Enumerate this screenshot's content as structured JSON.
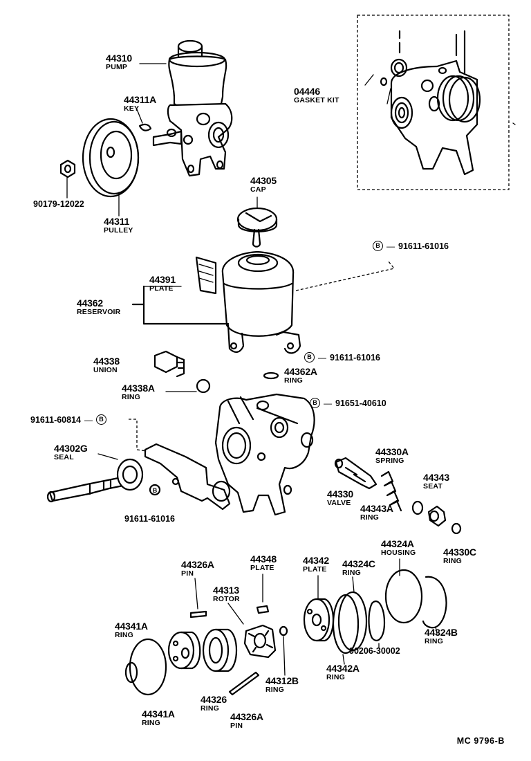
{
  "diagram_code": "MC 9796-B",
  "bolt_badge": "B",
  "parts": {
    "pump": {
      "number": "44310",
      "name": "PUMP"
    },
    "key": {
      "number": "44311A",
      "name": "KEY"
    },
    "pulley": {
      "number": "44311",
      "name": "PULLEY"
    },
    "nut": {
      "number": "90179-12022"
    },
    "gasket_kit": {
      "number": "04446",
      "name": "GASKET KIT"
    },
    "cap": {
      "number": "44305",
      "name": "CAP"
    },
    "plate_44391": {
      "number": "44391",
      "name": "PLATE"
    },
    "reservoir": {
      "number": "44362",
      "name": "RESERVOIR"
    },
    "bolt_a": {
      "number": "91611-61016"
    },
    "bolt_b": {
      "number": "91611-61016"
    },
    "bolt_c": {
      "number": "91651-40610"
    },
    "bolt_d": {
      "number": "91611-60814"
    },
    "bolt_e": {
      "number": "91611-61016"
    },
    "union": {
      "number": "44338",
      "name": "UNION"
    },
    "ring_44338a": {
      "number": "44338A",
      "name": "RING"
    },
    "ring_44362a": {
      "number": "44362A",
      "name": "RING"
    },
    "seal": {
      "number": "44302G",
      "name": "SEAL"
    },
    "spring": {
      "number": "44330A",
      "name": "SPRING"
    },
    "valve": {
      "number": "44330",
      "name": "VALVE"
    },
    "seat": {
      "number": "44343",
      "name": "SEAT"
    },
    "ring_44343a": {
      "number": "44343A",
      "name": "RING"
    },
    "ring_44330c": {
      "number": "44330C",
      "name": "RING"
    },
    "housing": {
      "number": "44324A",
      "name": "HOUSING"
    },
    "ring_44324c": {
      "number": "44324C",
      "name": "RING"
    },
    "plate_44342": {
      "number": "44342",
      "name": "PLATE"
    },
    "pin_top": {
      "number": "44326A",
      "name": "PIN"
    },
    "plate_44348": {
      "number": "44348",
      "name": "PLATE"
    },
    "rotor": {
      "number": "44313",
      "name": "ROTOR"
    },
    "ring_44341a_top": {
      "number": "44341A",
      "name": "RING"
    },
    "ring_44341a_bottom": {
      "number": "44341A",
      "name": "RING"
    },
    "ring_44326": {
      "number": "44326",
      "name": "RING"
    },
    "pin_bottom": {
      "number": "44326A",
      "name": "PIN"
    },
    "ring_44312b": {
      "number": "44312B",
      "name": "RING"
    },
    "ring_44342a": {
      "number": "44342A",
      "name": "RING"
    },
    "oring": {
      "number": "90206-30002"
    },
    "ring_44324b": {
      "number": "44324B",
      "name": "RING"
    }
  }
}
